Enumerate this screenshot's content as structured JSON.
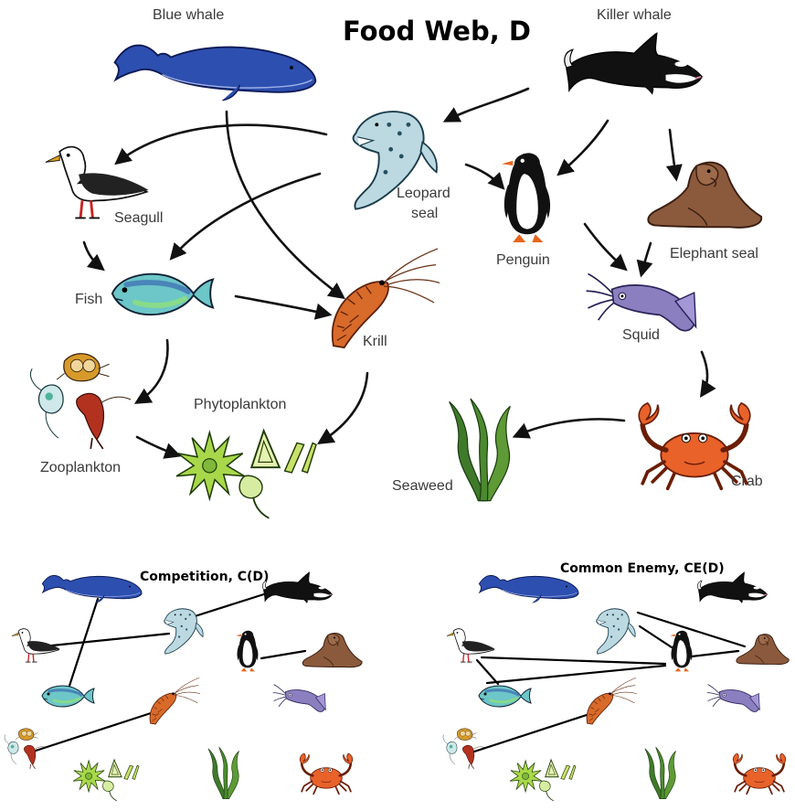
{
  "title": "Food Web, D",
  "species": {
    "blue_whale": "Blue whale",
    "killer_whale": "Killer whale",
    "leopard_seal_line1": "Leopard",
    "leopard_seal_line2": "seal",
    "seagull": "Seagull",
    "penguin": "Penguin",
    "elephant_seal": "Elephant seal",
    "fish": "Fish",
    "krill": "Krill",
    "squid": "Squid",
    "zooplankton": "Zooplankton",
    "phytoplankton": "Phytoplankton",
    "seaweed": "Seaweed",
    "crab": "Crab"
  },
  "panels": {
    "competition_title": "Competition, C(D)",
    "common_enemy_title": "Common Enemy, CE(D)"
  },
  "food_web_edges": [
    [
      "blue_whale",
      "krill"
    ],
    [
      "killer_whale",
      "leopard_seal"
    ],
    [
      "killer_whale",
      "penguin"
    ],
    [
      "killer_whale",
      "elephant_seal"
    ],
    [
      "leopard_seal",
      "seagull"
    ],
    [
      "leopard_seal",
      "fish"
    ],
    [
      "leopard_seal",
      "penguin"
    ],
    [
      "seagull",
      "fish"
    ],
    [
      "fish",
      "krill"
    ],
    [
      "fish",
      "zooplankton"
    ],
    [
      "krill",
      "phytoplankton"
    ],
    [
      "zooplankton",
      "phytoplankton"
    ],
    [
      "penguin",
      "squid"
    ],
    [
      "elephant_seal",
      "squid"
    ],
    [
      "squid",
      "crab"
    ],
    [
      "crab",
      "seaweed"
    ]
  ],
  "competition_edges": [
    [
      "blue_whale",
      "fish"
    ],
    [
      "seagull",
      "leopard_seal"
    ],
    [
      "leopard_seal",
      "killer_whale"
    ],
    [
      "penguin",
      "elephant_seal"
    ],
    [
      "zooplankton",
      "krill"
    ]
  ],
  "common_enemy_edges": [
    [
      "leopard_seal",
      "penguin"
    ],
    [
      "leopard_seal",
      "elephant_seal"
    ],
    [
      "penguin",
      "elephant_seal"
    ],
    [
      "seagull",
      "penguin"
    ],
    [
      "seagull",
      "fish"
    ],
    [
      "fish",
      "penguin"
    ],
    [
      "zooplankton",
      "krill"
    ]
  ]
}
